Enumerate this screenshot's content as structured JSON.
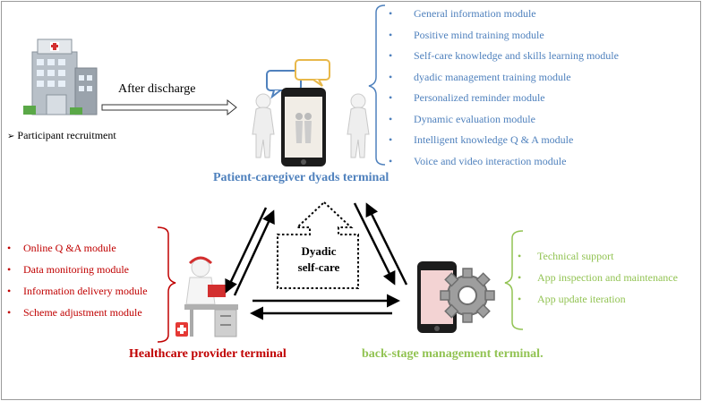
{
  "patient_terminal": {
    "title": "Patient-caregiver dyads terminal",
    "modules": [
      "General information module",
      "Positive mind training module",
      "Self-care knowledge and skills learning module",
      "dyadic management  training module",
      "Personalized reminder module",
      "Dynamic  evaluation module",
      "Intelligent knowledge Q & A module",
      "Voice and video interaction module"
    ],
    "color": "#4f81bd"
  },
  "provider_terminal": {
    "title": "Healthcare provider terminal",
    "modules": [
      "Online Q &A module",
      "Data monitoring module",
      "Information delivery module",
      "Scheme adjustment module"
    ],
    "color": "#c00000"
  },
  "backstage_terminal": {
    "title": "back-stage management terminal.",
    "modules": [
      "Technical support",
      "App inspection and maintenance",
      "App update iteration"
    ],
    "color": "#92c353"
  },
  "recruitment": {
    "label": "Participant recruitment",
    "arrow_label": "After discharge"
  },
  "center": {
    "label_line1": "Dyadic",
    "label_line2": "self-care"
  },
  "bullets": {
    "list_bullet": "•",
    "recruit_bullet": "➢"
  }
}
